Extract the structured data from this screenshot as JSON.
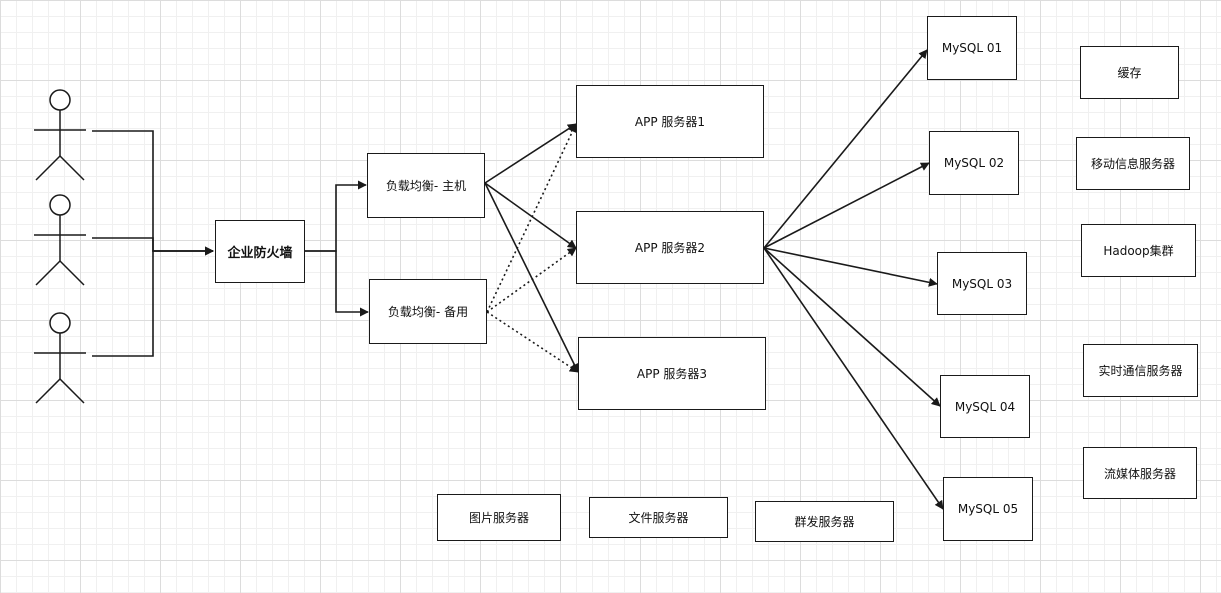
{
  "diagram": {
    "colors": {
      "stroke": "#1a1a1a",
      "grid": "#dcdcdc"
    },
    "actors": [
      {
        "id": "user1",
        "kind": "stick-figure"
      },
      {
        "id": "user2",
        "kind": "stick-figure"
      },
      {
        "id": "user3",
        "kind": "stick-figure"
      }
    ],
    "nodes": {
      "firewall": "企业防火墙",
      "lb_main": "负载均衡- 主机",
      "lb_backup": "负载均衡- 备用",
      "app1": "APP 服务器1",
      "app2": "APP 服务器2",
      "app3": "APP 服务器3",
      "mysql1": "MySQL 01",
      "mysql2": "MySQL 02",
      "mysql3": "MySQL 03",
      "mysql4": "MySQL 04",
      "mysql5": "MySQL 05",
      "cache": "缓存",
      "mobile_msg": "移动信息服务器",
      "hadoop": "Hadoop集群",
      "realtime": "实时通信服务器",
      "streaming": "流媒体服务器",
      "image_server": "图片服务器",
      "file_server": "文件服务器",
      "mass_server": "群发服务器"
    },
    "edges": [
      {
        "from": "user1",
        "to": "firewall",
        "style": "solid"
      },
      {
        "from": "user2",
        "to": "firewall",
        "style": "solid"
      },
      {
        "from": "user3",
        "to": "firewall",
        "style": "solid"
      },
      {
        "from": "firewall",
        "to": "lb_main",
        "style": "solid"
      },
      {
        "from": "firewall",
        "to": "lb_backup",
        "style": "solid"
      },
      {
        "from": "lb_main",
        "to": "app1",
        "style": "solid"
      },
      {
        "from": "lb_main",
        "to": "app2",
        "style": "solid"
      },
      {
        "from": "lb_main",
        "to": "app3",
        "style": "solid"
      },
      {
        "from": "lb_backup",
        "to": "app1",
        "style": "dotted"
      },
      {
        "from": "lb_backup",
        "to": "app2",
        "style": "dotted"
      },
      {
        "from": "lb_backup",
        "to": "app3",
        "style": "dotted"
      },
      {
        "from": "app2",
        "to": "mysql1",
        "style": "solid"
      },
      {
        "from": "app2",
        "to": "mysql2",
        "style": "solid"
      },
      {
        "from": "app2",
        "to": "mysql3",
        "style": "solid"
      },
      {
        "from": "app2",
        "to": "mysql4",
        "style": "solid"
      },
      {
        "from": "app2",
        "to": "mysql5",
        "style": "solid"
      }
    ]
  }
}
